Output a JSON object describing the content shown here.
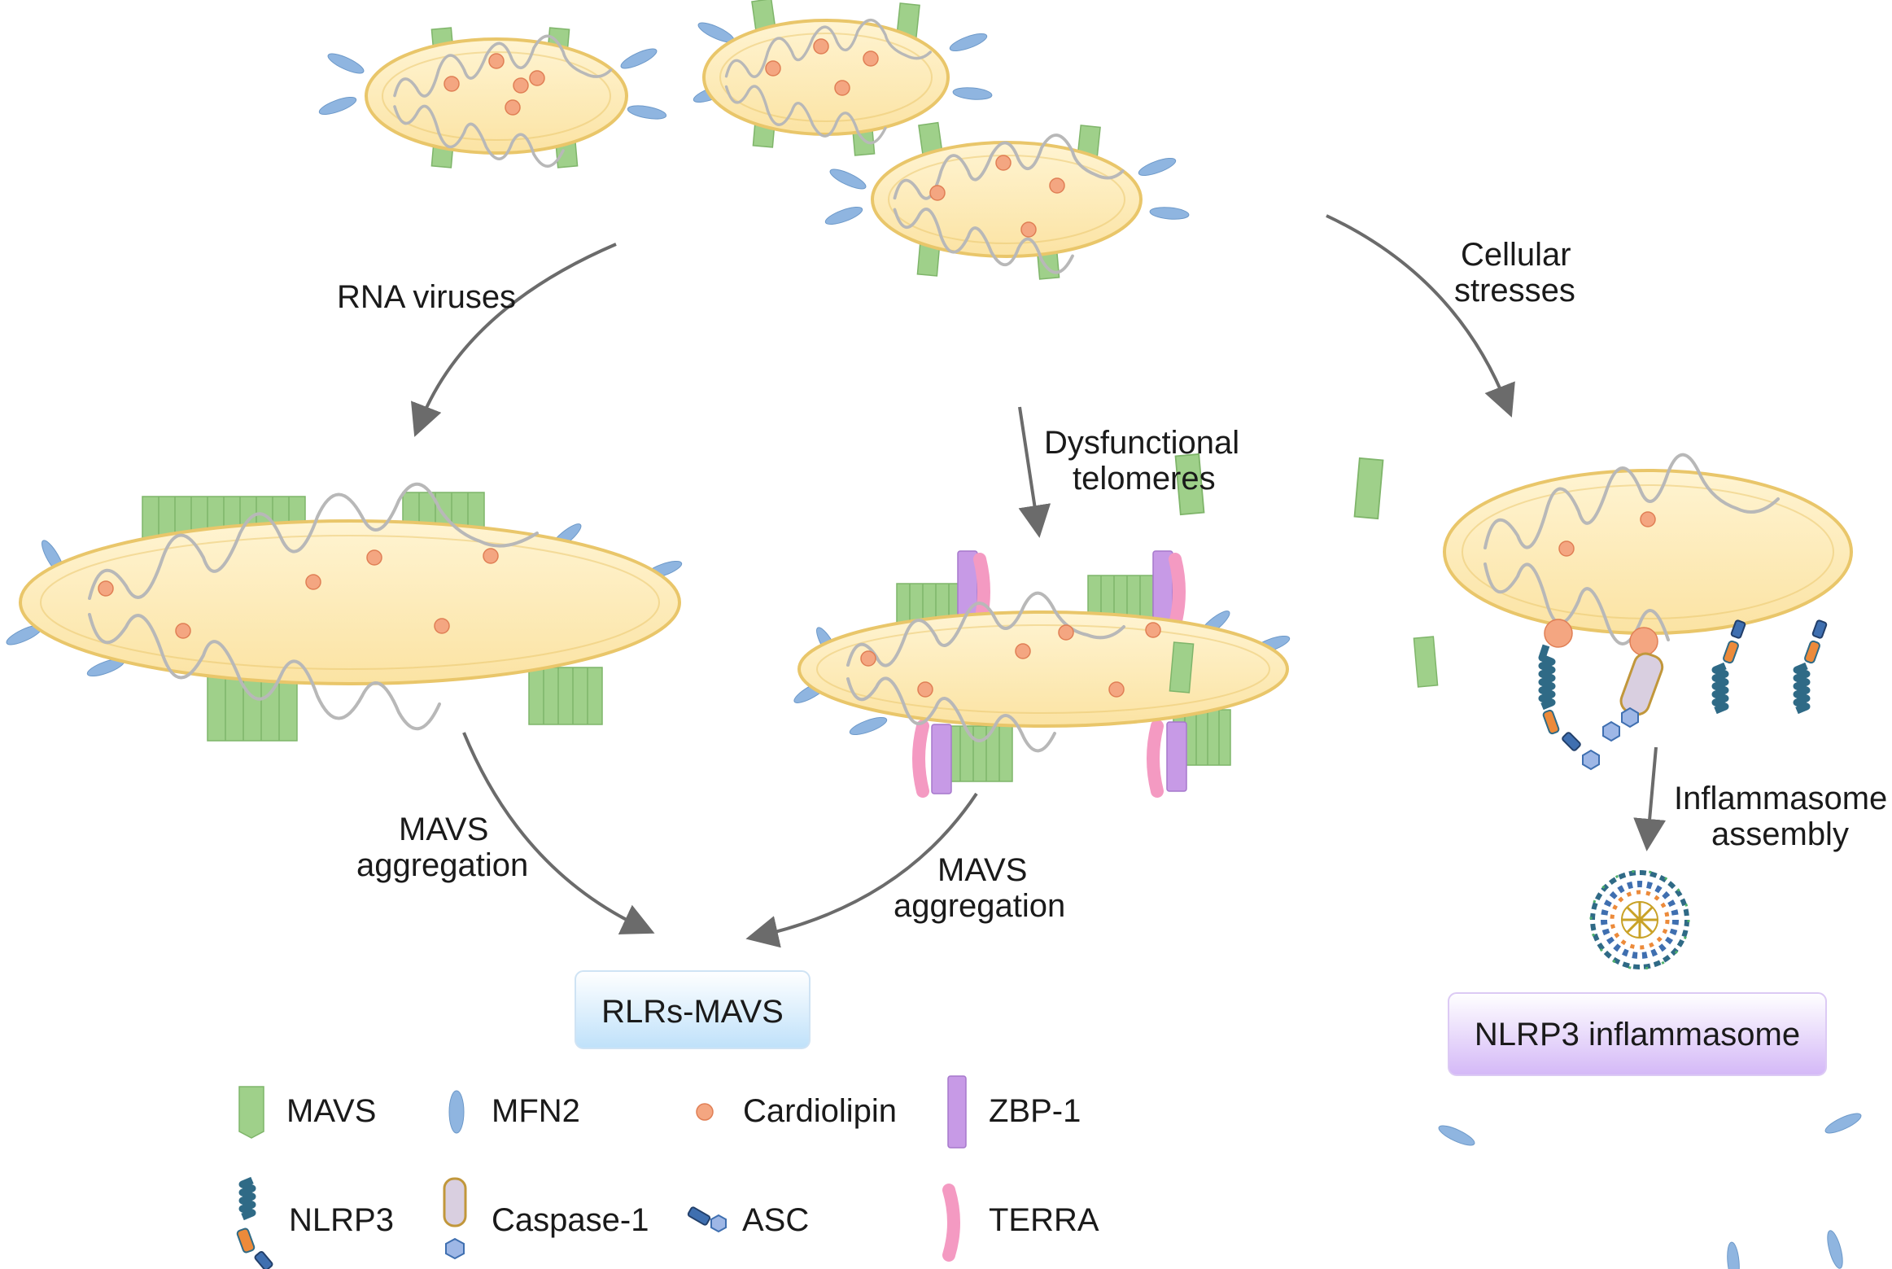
{
  "arrows": {
    "rna_viruses": "RNA viruses",
    "dysfunctional_line1": "Dysfunctional",
    "dysfunctional_line2": "telomeres",
    "cellular_line1": "Cellular",
    "cellular_line2": "stresses",
    "mavs_agg_left_line1": "MAVS",
    "mavs_agg_left_line2": "aggregation",
    "mavs_agg_mid_line1": "MAVS",
    "mavs_agg_mid_line2": "aggregation",
    "inflammasome_line1": "Inflammasome",
    "inflammasome_line2": "assembly"
  },
  "outcomes": {
    "rlrs_mavs": "RLRs-MAVS",
    "nlrp3_inflammasome": "NLRP3 inflammasome"
  },
  "legend": {
    "mavs": "MAVS",
    "mfn2": "MFN2",
    "cardiolipin": "Cardiolipin",
    "zbp1": "ZBP-1",
    "nlrp3": "NLRP3",
    "caspase1": "Caspase-1",
    "asc": "ASC",
    "terra": "TERRA"
  },
  "colors": {
    "mito_fill": "#fdebb5",
    "mito_stroke": "#e9c66a",
    "cristae": "#b8b8b8",
    "mavs": "#9fd08a",
    "mfn2": "#8fb5e0",
    "cardiolipin": "#f4a681",
    "zbp1": "#c79ae6",
    "terra": "#f49ac2",
    "nlrp3": "#2f6a86",
    "nlrp3_orange": "#ec8a3a",
    "caspase": "#d9cfe0",
    "asc": "#3f6fb0",
    "arrow": "#6b6b6b",
    "box_blue": "#d8ecfb",
    "box_purple": "#e8d9fb"
  }
}
